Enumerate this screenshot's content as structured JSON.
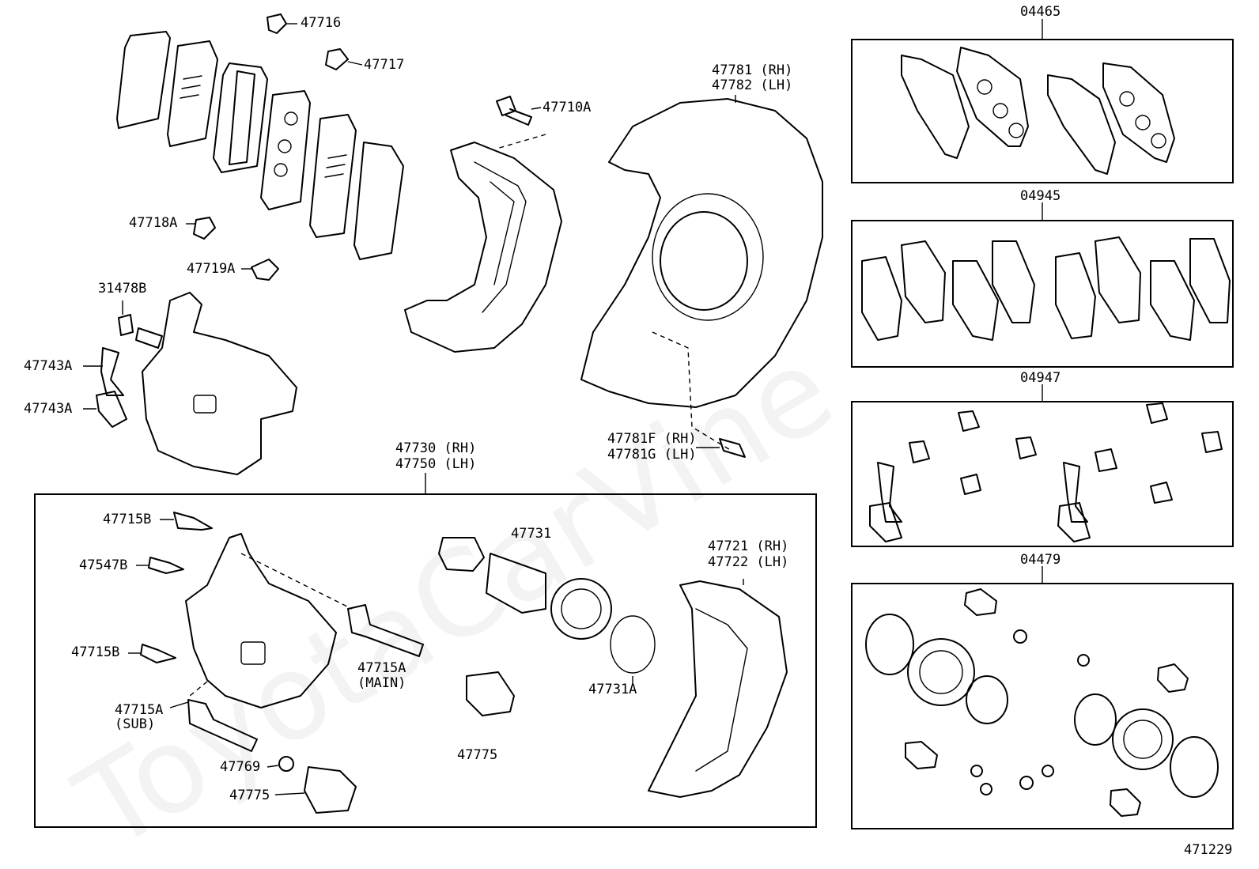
{
  "diagram_id": "471229",
  "watermark_text": "ToyotaCarVine",
  "kits": [
    {
      "label": "04465"
    },
    {
      "label": "04945"
    },
    {
      "label": "04947"
    },
    {
      "label": "04479"
    }
  ],
  "callouts": {
    "c47716": "47716",
    "c47717": "47717",
    "c47710A": "47710A",
    "c47718A": "47718A",
    "c47719A": "47719A",
    "c31478B": "31478B",
    "c47743A_1": "47743A",
    "c47743A_2": "47743A",
    "c47781_rh": "47781 (RH)",
    "c47782_lh": "47782 (LH)",
    "c47781F_rh": "47781F (RH)",
    "c47781G_lh": "47781G (LH)",
    "c47730_rh": "47730 (RH)",
    "c47750_lh": "47750 (LH)",
    "c47715B_1": "47715B",
    "c47547B": "47547B",
    "c47715B_2": "47715B",
    "c47715A_main": "47715A",
    "c47715A_main_note": "(MAIN)",
    "c47715A_sub": "47715A",
    "c47715A_sub_note": "(SUB)",
    "c47769": "47769",
    "c47775_1": "47775",
    "c47731": "47731",
    "c47775_2": "47775",
    "c47731A": "47731A",
    "c47721_rh": "47721 (RH)",
    "c47722_lh": "47722 (LH)"
  }
}
